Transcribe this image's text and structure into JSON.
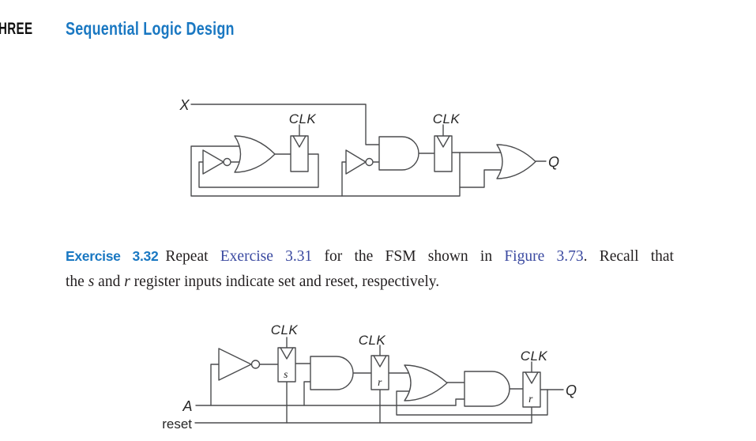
{
  "colors": {
    "title_blue": "#1a78c2",
    "link_blue": "#3a49a0",
    "body_text": "#231f20",
    "wire": "#4b4c4e"
  },
  "header": {
    "chapter_fragment": "HREE",
    "title": "Sequential Logic Design"
  },
  "exercise": {
    "line1": [
      {
        "text": "Exercise 3.32",
        "style": "exlabel",
        "name": "exercise-number"
      },
      {
        "text": "Repeat ",
        "style": "body",
        "name": "body-text"
      },
      {
        "text": "Exercise 3.31",
        "style": "link",
        "name": "link-exercise-3-31"
      },
      {
        "text": " for the FSM shown in ",
        "style": "body",
        "name": "body-text"
      },
      {
        "text": "Figure 3.73",
        "style": "link",
        "name": "link-figure-3-73"
      },
      {
        "text": ". Recall that",
        "style": "body",
        "name": "body-text"
      }
    ],
    "line2": [
      {
        "text": "the ",
        "style": "body",
        "name": "body-text"
      },
      {
        "text": "s",
        "style": "ivar",
        "name": "var-s"
      },
      {
        "text": " and ",
        "style": "body",
        "name": "body-text"
      },
      {
        "text": "r",
        "style": "ivar",
        "name": "var-r"
      },
      {
        "text": " register inputs indicate set and reset, respectively.",
        "style": "body",
        "name": "body-text"
      }
    ]
  },
  "circuit1": {
    "input_x": "X",
    "clk_a": "CLK",
    "clk_b": "CLK",
    "output_q": "Q"
  },
  "circuit2": {
    "clk_1": "CLK",
    "clk_2": "CLK",
    "clk_3": "CLK",
    "input_a": "A",
    "input_reset": "reset",
    "output_q": "Q",
    "ff1_port": "s",
    "ff2_port": "r",
    "ff3_port": "r"
  }
}
